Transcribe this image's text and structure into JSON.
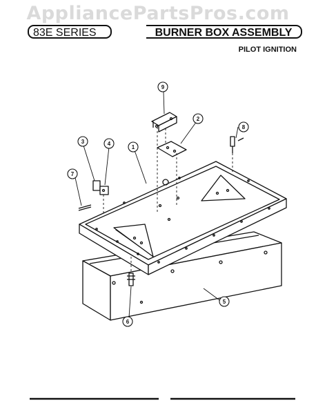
{
  "watermark": "AppliancePartsPros.com",
  "header": {
    "series": "83E SERIES",
    "title": "BURNER BOX ASSEMBLY",
    "subtitle": "PILOT IGNITION"
  },
  "callouts": [
    "1",
    "2",
    "3",
    "4",
    "5",
    "6",
    "7",
    "8",
    "9"
  ]
}
